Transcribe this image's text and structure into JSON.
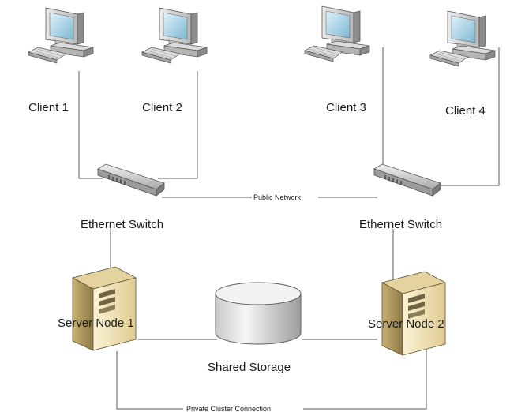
{
  "diagram": {
    "clients": [
      "Client 1",
      "Client 2",
      "Client 3",
      "Client 4"
    ],
    "switches": [
      "Ethernet Switch",
      "Ethernet Switch"
    ],
    "servers": [
      "Server Node 1",
      "Server Node 2"
    ],
    "storage": "Shared Storage",
    "public_network": "Public Network",
    "private_connection": "Private Cluster Connection"
  },
  "icons": {
    "client": "desktop-computer-icon",
    "switch": "ethernet-switch-icon",
    "server": "server-tower-icon",
    "storage": "storage-cylinder-icon"
  }
}
